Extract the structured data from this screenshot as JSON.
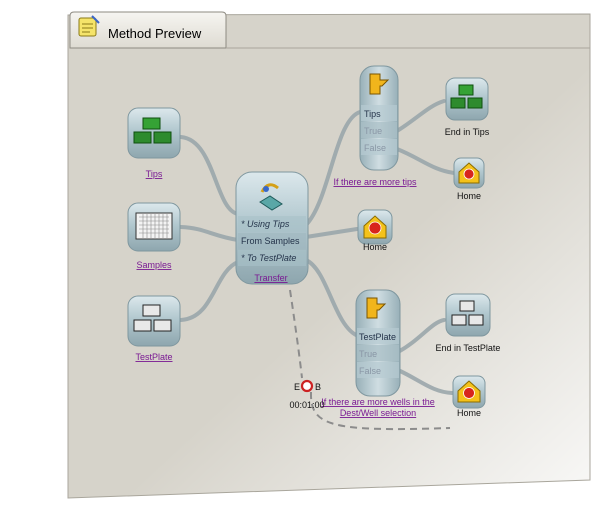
{
  "window": {
    "tab_title": "Method Preview"
  },
  "icons": {
    "tab": "notepad-icon",
    "tips": "tip-rack-icon",
    "samples": "sample-plate-icon",
    "testplate": "test-plate-icon",
    "transfer": "transfer-icon",
    "decision": "decision-icon",
    "end": "end-sign-icon"
  },
  "colors": {
    "panel": "#d6d3ca",
    "link": "#7a1a93",
    "tips_green": "#2e8b2e",
    "node_gloss": "#b4cbd2",
    "end_red": "#d8261c",
    "house_yellow": "#f4c21a"
  },
  "sources": {
    "tips": "Tips",
    "samples": "Samples",
    "testplate": "TestPlate"
  },
  "transfer": {
    "rows": [
      "* Using Tips",
      "From Samples",
      "* To TestPlate"
    ],
    "label": "Transfer"
  },
  "decision_tips": {
    "rows": [
      "Tips",
      "True",
      "False"
    ],
    "label": "If there are more tips",
    "end_label": "End in Tips",
    "home_label": "Home"
  },
  "home_middle": {
    "label": "Home"
  },
  "decision_plate": {
    "rows": [
      "TestPlate",
      "True",
      "False"
    ],
    "label_line1": "If there are more wells in the",
    "label_line2": "Dest/Well selection",
    "end_label": "End in TestPlate",
    "home_label": "Home"
  },
  "timer": {
    "left": "E",
    "right": "B",
    "time": "00:01:00"
  }
}
